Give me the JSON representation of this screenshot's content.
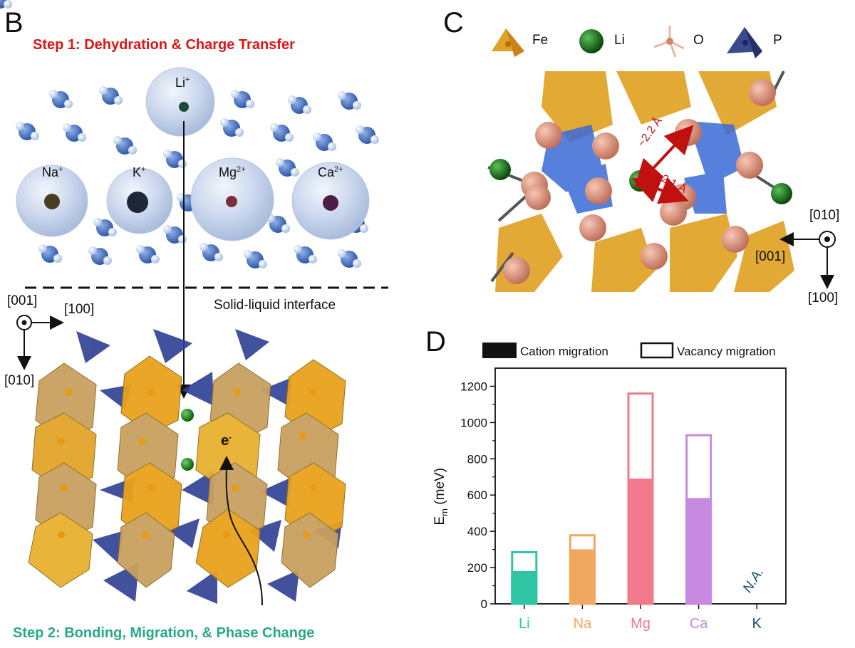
{
  "panels": {
    "B": "B",
    "C": "C",
    "D": "D"
  },
  "panel_b": {
    "step1": "Step 1: Dehydration & Charge Transfer",
    "step2": "Step 2: Bonding, Migration, & Phase Change",
    "interface_label": "Solid-liquid interface",
    "ions": [
      {
        "symbol": "Li",
        "charge": "+"
      },
      {
        "symbol": "Na",
        "charge": "+"
      },
      {
        "symbol": "K",
        "charge": "+"
      },
      {
        "symbol": "Mg",
        "charge": "2+"
      },
      {
        "symbol": "Ca",
        "charge": "2+"
      }
    ],
    "electron": {
      "symbol": "e",
      "charge": "-"
    },
    "axes": {
      "out_of_plane": "[001]",
      "right": "[100]",
      "down": "[010]"
    },
    "colors": {
      "iron_octahedra": "#e8a21c",
      "phosphate_tetrahedra": "#2d3f93",
      "water_oxygen": "#3a66b6",
      "lithium_atom": "#1a7a1a"
    }
  },
  "panel_c": {
    "legend": [
      {
        "name": "Fe",
        "icon": "orange-tetrahedron-icon"
      },
      {
        "name": "Li",
        "icon": "green-sphere-icon"
      },
      {
        "name": "O",
        "icon": "bond-node-icon"
      },
      {
        "name": "P",
        "icon": "blue-tetrahedron-icon"
      }
    ],
    "distances": [
      "~2.2 Å",
      "~2.1 Å"
    ],
    "axes": {
      "out_of_plane": "[010]",
      "left": "[001]",
      "down": "[100]"
    }
  },
  "chart_data": {
    "type": "bar",
    "categories": [
      "Li",
      "Na",
      "Mg",
      "Ca",
      "K"
    ],
    "category_colors": [
      "#2fc4a4",
      "#f0a860",
      "#f07a8a",
      "#c88ae0",
      "#1a4e70"
    ],
    "series": [
      {
        "name": "Cation migration",
        "style": "filled",
        "values": [
          175,
          295,
          685,
          578,
          null
        ]
      },
      {
        "name": "Vacancy migration",
        "style": "outline",
        "values": [
          285,
          378,
          1160,
          930,
          null
        ]
      }
    ],
    "annotations": [
      {
        "category": "K",
        "text": "N.A."
      }
    ],
    "ylabel": "E",
    "ylabel_sub": "m",
    "ylabel_unit": "(meV)",
    "ylim": [
      0,
      1300
    ],
    "yticks": [
      0,
      200,
      400,
      600,
      800,
      1000,
      1200
    ],
    "legend_position": "top"
  }
}
